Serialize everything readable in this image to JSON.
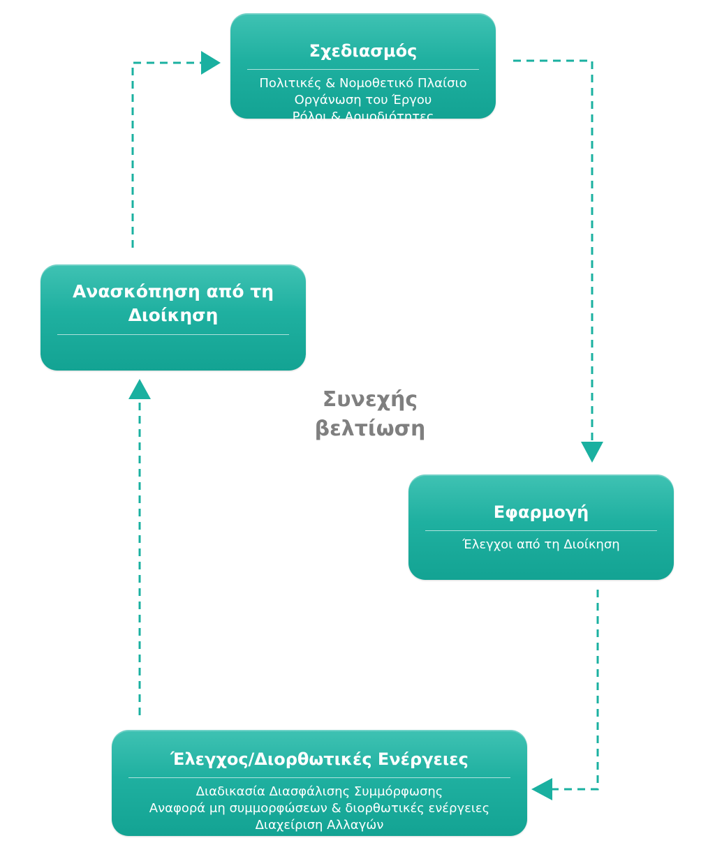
{
  "colors": {
    "accent": "#1ab0a0",
    "connector": "#1ab0a0",
    "center_text": "#7f7f7f"
  },
  "boxes": {
    "planning": {
      "title": "Σχεδιασμός",
      "lines": [
        "Πολιτικές & Νομοθετικό Πλαίσιο",
        "Οργάνωση του Έργου",
        "Ρόλοι & Αρμοδιότητες"
      ]
    },
    "implementation": {
      "title": "Εφαρμογή",
      "lines": [
        "Έλεγχοι από τη Διοίκηση"
      ]
    },
    "control": {
      "title": "Έλεγχος/Διορθωτικές Ενέργειες",
      "lines": [
        "Διαδικασία Διασφάλισης Συμμόρφωσης",
        "Αναφορά μη συμμορφώσεων & διορθωτικές ενέργειες",
        "Διαχείριση Αλλαγών"
      ]
    },
    "review": {
      "title_lines": [
        "Ανασκόπηση από τη",
        "Διοίκηση"
      ]
    }
  },
  "center_label": {
    "lines": [
      "Συνεχής",
      "βελτίωση"
    ]
  }
}
